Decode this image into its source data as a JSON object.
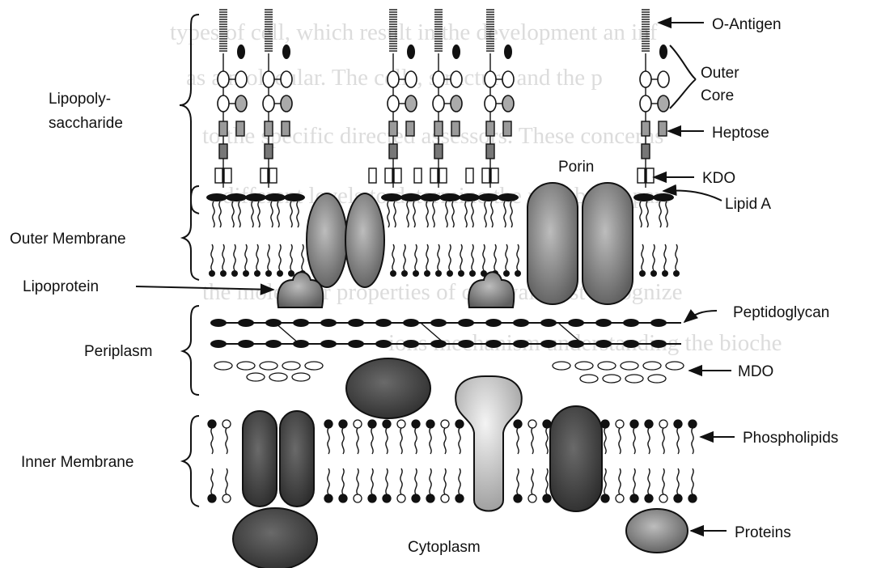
{
  "labels": {
    "o_antigen": "O-Antigen",
    "outer_core_line1": "Outer",
    "outer_core_line2": "Core",
    "heptose": "Heptose",
    "kdo": "KDO",
    "lipid_a": "Lipid A",
    "porin": "Porin",
    "lps_line1": "Lipopoly-",
    "lps_line2": "saccharide",
    "outer_membrane": "Outer Membrane",
    "lipoprotein": "Lipoprotein",
    "peptidoglycan": "Peptidoglycan",
    "periplasm": "Periplasm",
    "mdo": "MDO",
    "phospholipids": "Phospholipids",
    "inner_membrane": "Inner Membrane",
    "cytoplasm": "Cytoplasm",
    "proteins": "Proteins"
  },
  "background_text": [
    "types of cell, which result in the development an inf",
    "as a molecular. The cells, structure and the p",
    "to the specific directed assessors. These concerns",
    "different levels to determine the membrane part",
    "the molecular properties of cell wall first recognize",
    "ions mechanism understanding the bioche"
  ],
  "colors": {
    "ink": "#111111",
    "protein_dark": "#4a4a4a",
    "protein_mid": "#8a8a8a",
    "protein_light": "#d6d6d6",
    "background_text": "#dcdcdc"
  }
}
